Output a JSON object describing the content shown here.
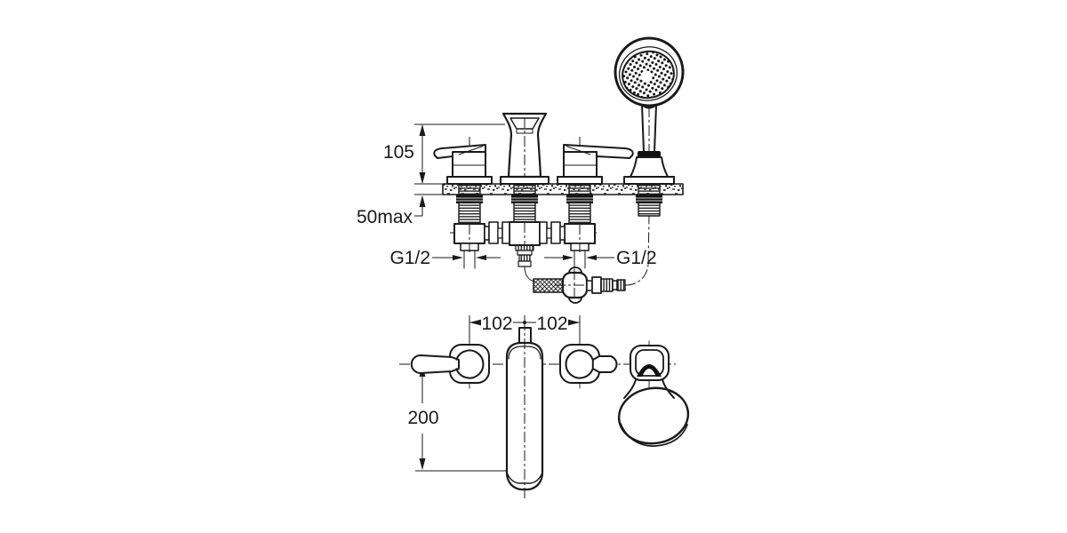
{
  "page": {
    "background": "#ffffff",
    "line_color": "#1a1a1a"
  },
  "views": {
    "front": {
      "name": "front-elevation",
      "components": [
        "handle-left",
        "spout",
        "handle-right",
        "hand-shower",
        "mounting-deck",
        "inlet-valves",
        "shower-hose"
      ],
      "dimensions": {
        "spout_height": "105",
        "deck_thickness_max": "50max",
        "inlet_thread_left": "G1/2",
        "inlet_thread_right": "G1/2"
      }
    },
    "plan": {
      "name": "top-plan",
      "components": [
        "handle-left",
        "spout",
        "handle-right",
        "hand-shower"
      ],
      "dimensions": {
        "handle_spacing_left": "102",
        "handle_spacing_right": "102",
        "spout_reach": "200"
      }
    }
  }
}
